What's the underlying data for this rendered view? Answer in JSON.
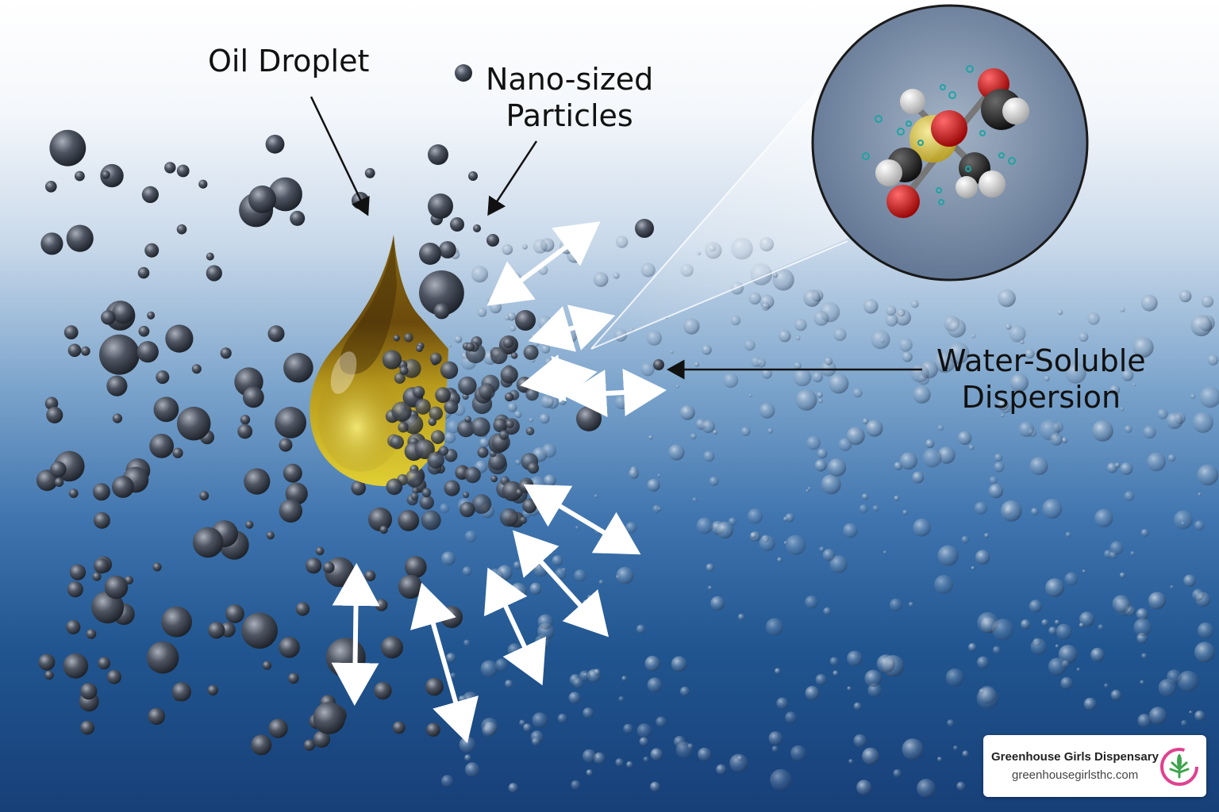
{
  "labels": {
    "oil_droplet": "Oil Droplet",
    "nano_line1": "Nano-sized",
    "nano_line2": "Particles",
    "water_line1": "Water-Soluble",
    "water_line2": "Dispersion"
  },
  "badge": {
    "name": "Greenhouse Girls Dispensary",
    "url": "greenhousegirlsthc.com",
    "logo_icon": "cannabis-leaf-logo-icon"
  },
  "colors": {
    "oil_gold": "#c9b11f",
    "oil_dark": "#5c3a08",
    "particle": "#4b5260",
    "water_deep": "#173f78",
    "atom_red": "#d01818",
    "atom_white": "#e6e6e6",
    "atom_black": "#2a2a2a",
    "badge_pink": "#e0418f"
  }
}
